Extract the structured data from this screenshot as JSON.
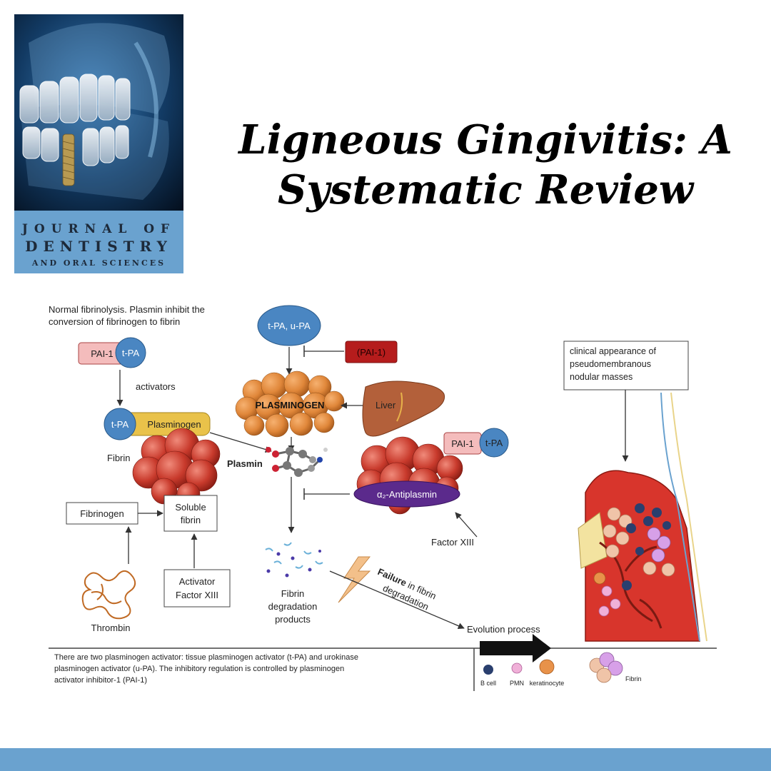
{
  "journal": {
    "line1": "JOURNAL OF",
    "line2": "DENTISTRY",
    "line3": "AND ORAL SCIENCES"
  },
  "title": {
    "line1": "Ligneous Gingivitis: A",
    "line2": "Systematic Review"
  },
  "diagram": {
    "intro_line1": "Normal fibrinolysis. Plasmin inhibit the",
    "intro_line2": "conversion of fibrinogen to fibrin",
    "pai1": "PAI-1",
    "tpa": "t-PA",
    "activators": "activators",
    "plasminogen_pill": "Plasminogen",
    "fibrin": "Fibrin",
    "fibrinogen": "Fibrinogen",
    "soluble_fibrin_1": "Soluble",
    "soluble_fibrin_2": "fibrin",
    "activator_factor_1": "Activator",
    "activator_factor_2": "Factor XIII",
    "thrombin": "Thrombin",
    "tpa_upa": "t-PA, u-PA",
    "pai1_paren": "(PAI-1)",
    "plasminogen_main": "PLASMINOGEN",
    "liver": "Liver",
    "plasmin": "Plasmin",
    "antiplasmin": "α₂-Antiplasmin",
    "factor_xiii": "Factor XIII",
    "fdp_1": "Fibrin",
    "fdp_2": "degradation",
    "fdp_3": "products",
    "failure_bold": "Failure",
    "failure_rest": " in fibrin",
    "failure_line2": "degradation",
    "evolution": "Evolution process",
    "clinical_1": "clinical appearance of",
    "clinical_2": "pseudomembranous",
    "clinical_3": "nodular masses",
    "footnote_1": "There are two plasminogen activator: tissue plasminogen activator (t-PA) and urokinase",
    "footnote_2": "plasminogen activator (u-PA). The inhibitory regulation is controlled by plasminogen",
    "footnote_3": "activator inhibitor-1 (PAI-1)",
    "legend_bcell": "B cell",
    "legend_pmn": "PMN",
    "legend_keratinocyte": "keratinocyte",
    "legend_fibrin": "Fibrin"
  },
  "colors": {
    "accent_blue": "#6aa2cf",
    "pai_pink": "#f4bcbc",
    "tpa_blue": "#4a86c2",
    "plasminogen_orange": "#e08a3a",
    "fibrin_red": "#c83a2c",
    "pai_dark_red": "#b51c1c",
    "antiplasmin_purple": "#5b2a8c",
    "gingiva_red": "#d8352c"
  }
}
